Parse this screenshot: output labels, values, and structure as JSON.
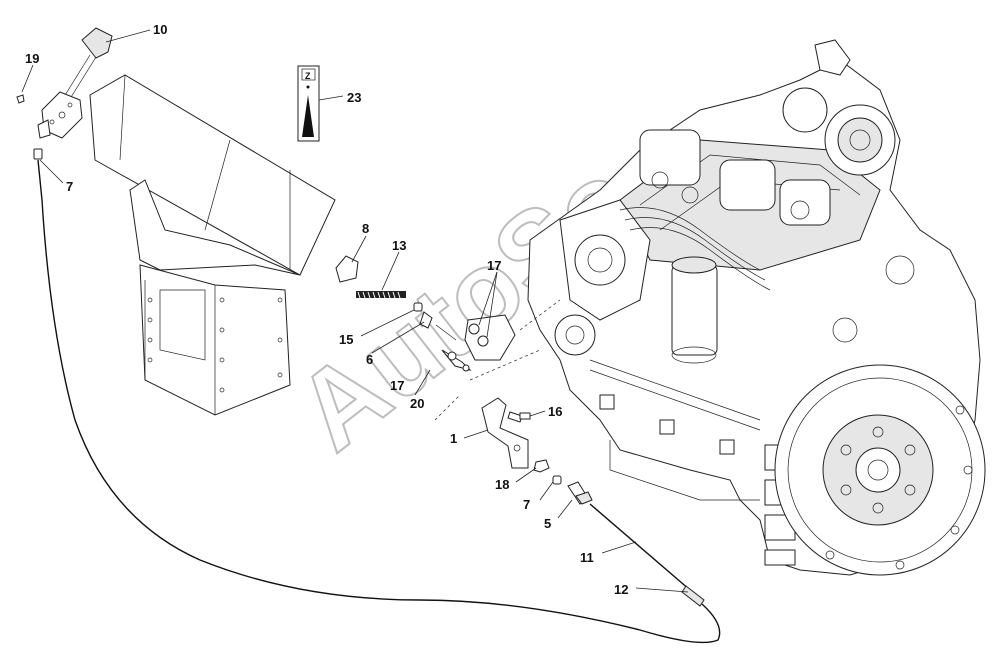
{
  "watermark": "AutoSo",
  "callouts": {
    "c10": "10",
    "c19": "19",
    "c7a": "7",
    "c23": "23",
    "c8": "8",
    "c13": "13",
    "c17a": "17",
    "c15": "15",
    "c6": "6",
    "c17b": "17",
    "c20": "20",
    "c16": "16",
    "c1": "1",
    "c18": "18",
    "c7b": "7",
    "c5": "5",
    "c11": "11",
    "c12": "12"
  },
  "label_plate_glyph": "Z"
}
